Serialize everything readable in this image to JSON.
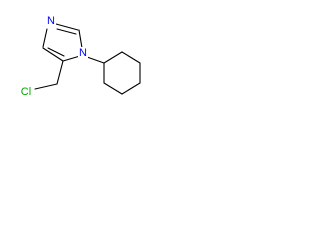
{
  "molecule": {
    "atoms": {
      "n_ring_top": {
        "label": "N",
        "color": "#0000ff"
      },
      "n_ring_sub": {
        "label": "N",
        "color": "#0000ff"
      },
      "cl": {
        "label": "Cl",
        "color": "#00aa00"
      }
    }
  }
}
